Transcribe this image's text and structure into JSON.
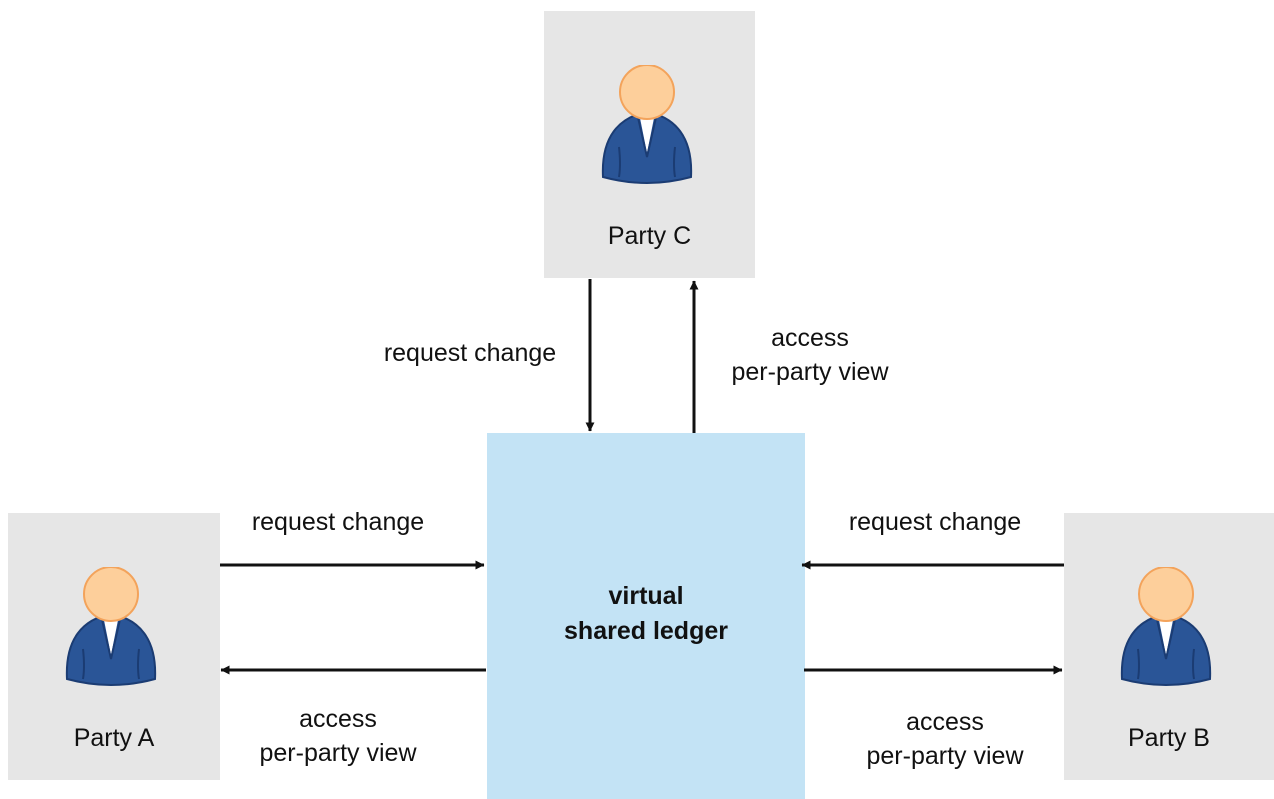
{
  "diagram": {
    "ledger": {
      "title_line1": "virtual",
      "title_line2": "shared ledger"
    },
    "parties": {
      "a": {
        "label": "Party A",
        "icon": "user-icon"
      },
      "b": {
        "label": "Party B",
        "icon": "user-icon"
      },
      "c": {
        "label": "Party C",
        "icon": "user-icon"
      }
    },
    "edges": {
      "c_request": {
        "text": "request change"
      },
      "c_access": {
        "line1": "access",
        "line2": "per-party view"
      },
      "a_request": {
        "text": "request change"
      },
      "a_access": {
        "line1": "access",
        "line2": "per-party view"
      },
      "b_request": {
        "text": "request change"
      },
      "b_access": {
        "line1": "access",
        "line2": "per-party view"
      }
    }
  },
  "colors": {
    "party_bg": "#e6e6e6",
    "ledger_bg": "#c3e3f5",
    "avatar_suit": "#2a5597",
    "avatar_face": "#fdcf9b"
  }
}
